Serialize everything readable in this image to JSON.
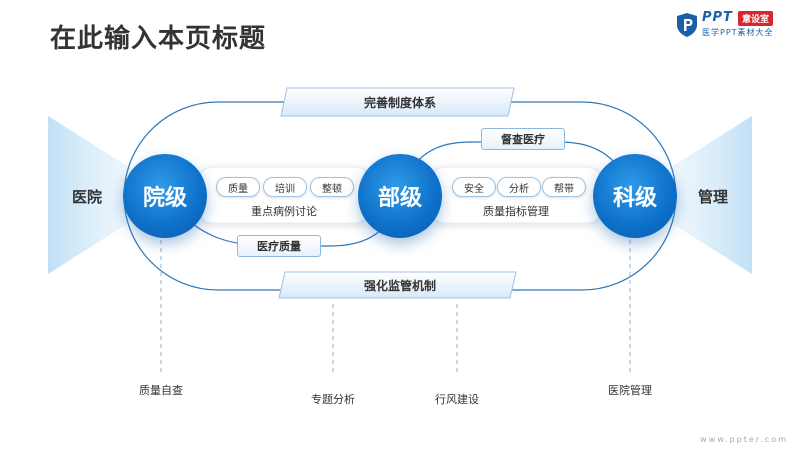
{
  "title": "在此输入本页标题",
  "logo": {
    "brand": "PPT",
    "badge": "意设室",
    "subtitle": "医学PPT素材大全"
  },
  "nodes": {
    "left": "院级",
    "center": "部级",
    "right": "科级"
  },
  "side_labels": {
    "left": "医院",
    "right": "管理"
  },
  "left_box": {
    "pills": [
      "质量",
      "培训",
      "整顿"
    ],
    "label": "重点病例讨论"
  },
  "right_box": {
    "pills": [
      "安全",
      "分析",
      "帮带"
    ],
    "label": "质量指标管理"
  },
  "tags": {
    "top": "完善制度体系",
    "top_right": "督查医疗",
    "bottom_left": "医疗质量",
    "bottom": "强化监管机制"
  },
  "bottom_labels": [
    "质量自查",
    "专题分析",
    "行风建设",
    "医院管理"
  ],
  "footer": "www.ppter.com",
  "colors": {
    "primary": "#0d6fc8",
    "line": "#2f78b8",
    "accent_light": "#e7f1fb"
  }
}
